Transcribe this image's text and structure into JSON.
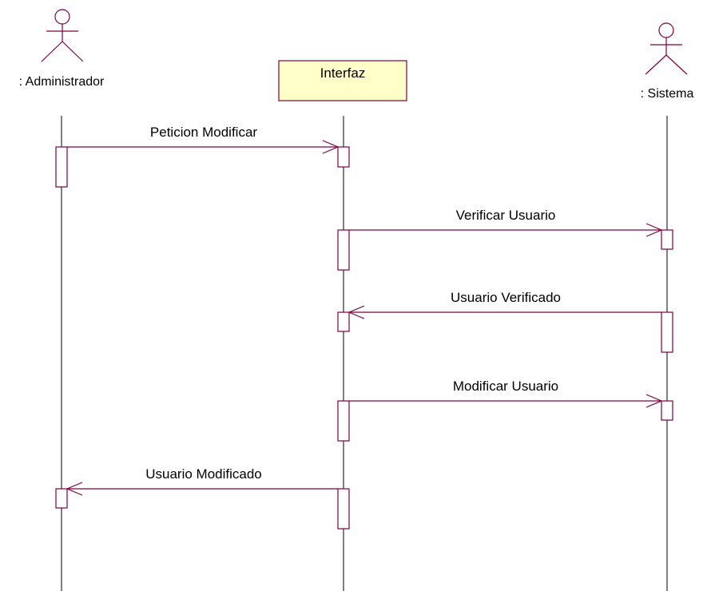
{
  "participants": {
    "administrador": {
      "label": ": Administrador",
      "kind": "actor"
    },
    "interfaz": {
      "label": "Interfaz",
      "kind": "object"
    },
    "sistema": {
      "label": ": Sistema",
      "kind": "actor"
    }
  },
  "messages": [
    {
      "label": "Peticion Modificar",
      "from": "administrador",
      "to": "interfaz"
    },
    {
      "label": "Verificar Usuario",
      "from": "interfaz",
      "to": "sistema"
    },
    {
      "label": "Usuario Verificado",
      "from": "sistema",
      "to": "interfaz"
    },
    {
      "label": "Modificar Usuario",
      "from": "interfaz",
      "to": "sistema"
    },
    {
      "label": "Usuario Modificado",
      "from": "interfaz",
      "to": "administrador"
    }
  ],
  "colors": {
    "line": "#800040",
    "lifeline": "#000000",
    "object_fill": "#ffffc8",
    "activation_fill": "#ffffff"
  }
}
